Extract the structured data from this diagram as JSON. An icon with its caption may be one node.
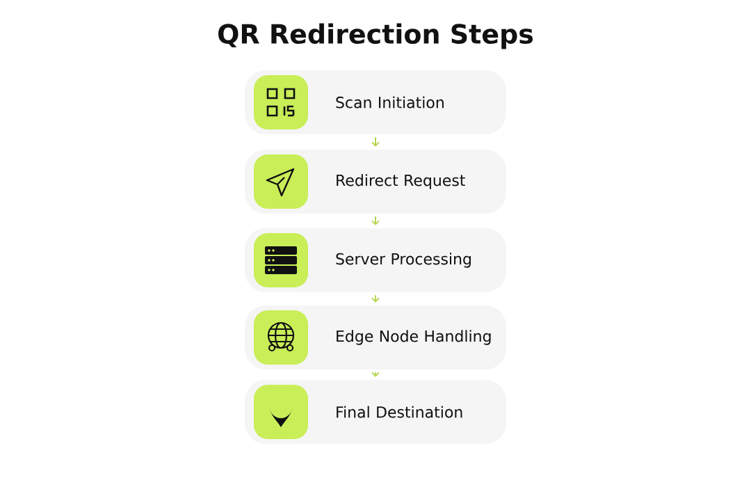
{
  "diagram": {
    "title": "QR Redirection Steps",
    "nodes": [
      {
        "text": [
          "Scan Initiation"
        ]
      },
      {
        "text": [
          "Redirect Request"
        ]
      },
      {
        "text": [
          "Server Processing"
        ]
      },
      {
        "text": [
          "Edge Node Handling"
        ]
      },
      {
        "text": [
          "Final Destination"
        ]
      }
    ],
    "edges": [
      {
        "from": 0,
        "to": 1,
        "arrow": "to"
      },
      {
        "from": 1,
        "to": 2,
        "arrow": "to"
      },
      {
        "from": 2,
        "to": 3,
        "arrow": "to"
      },
      {
        "from": 3,
        "to": 4,
        "arrow": "to"
      }
    ]
  }
}
